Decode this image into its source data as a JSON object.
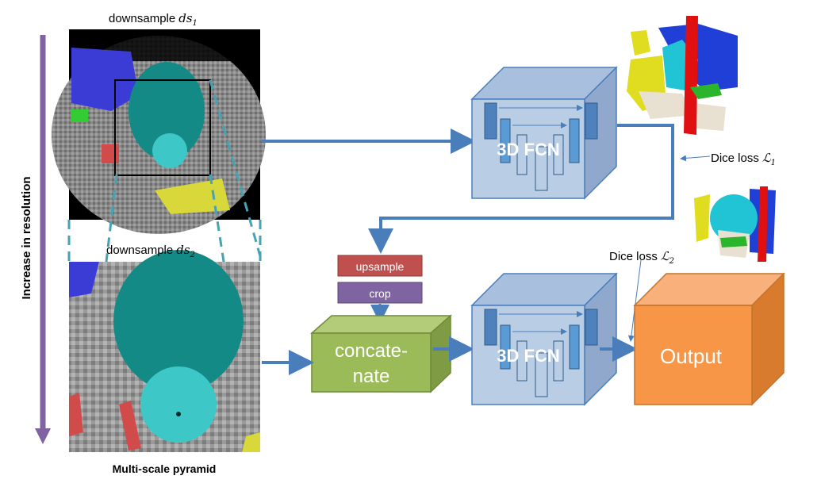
{
  "axis": {
    "label": "Increase in resolution"
  },
  "pyramid": {
    "top_label": "downsample",
    "top_symbol": "ds",
    "top_sub": "1",
    "bottom_label": "downsample",
    "bottom_symbol": "ds",
    "bottom_sub": "2",
    "caption": "Multi-scale pyramid"
  },
  "fcn_top": {
    "label": "3D FCN"
  },
  "fcn_bottom": {
    "label": "3D FCN"
  },
  "upsample": {
    "label": "upsample"
  },
  "crop": {
    "label": "crop"
  },
  "concat": {
    "line1": "concate-",
    "line2": "nate"
  },
  "output": {
    "label": "Output"
  },
  "loss1": {
    "text": "Dice loss",
    "symbol": "ℒ",
    "sub": "1"
  },
  "loss2": {
    "text": "Dice loss",
    "symbol": "ℒ",
    "sub": "2"
  },
  "colors": {
    "arrow": "#4a7ebb",
    "axis_arrow": "#8064a2",
    "upsample": "#c0504d",
    "crop": "#8064a2",
    "concat": "#9bbb59",
    "output": "#f79646",
    "fcn_box": "#b9cde5"
  }
}
